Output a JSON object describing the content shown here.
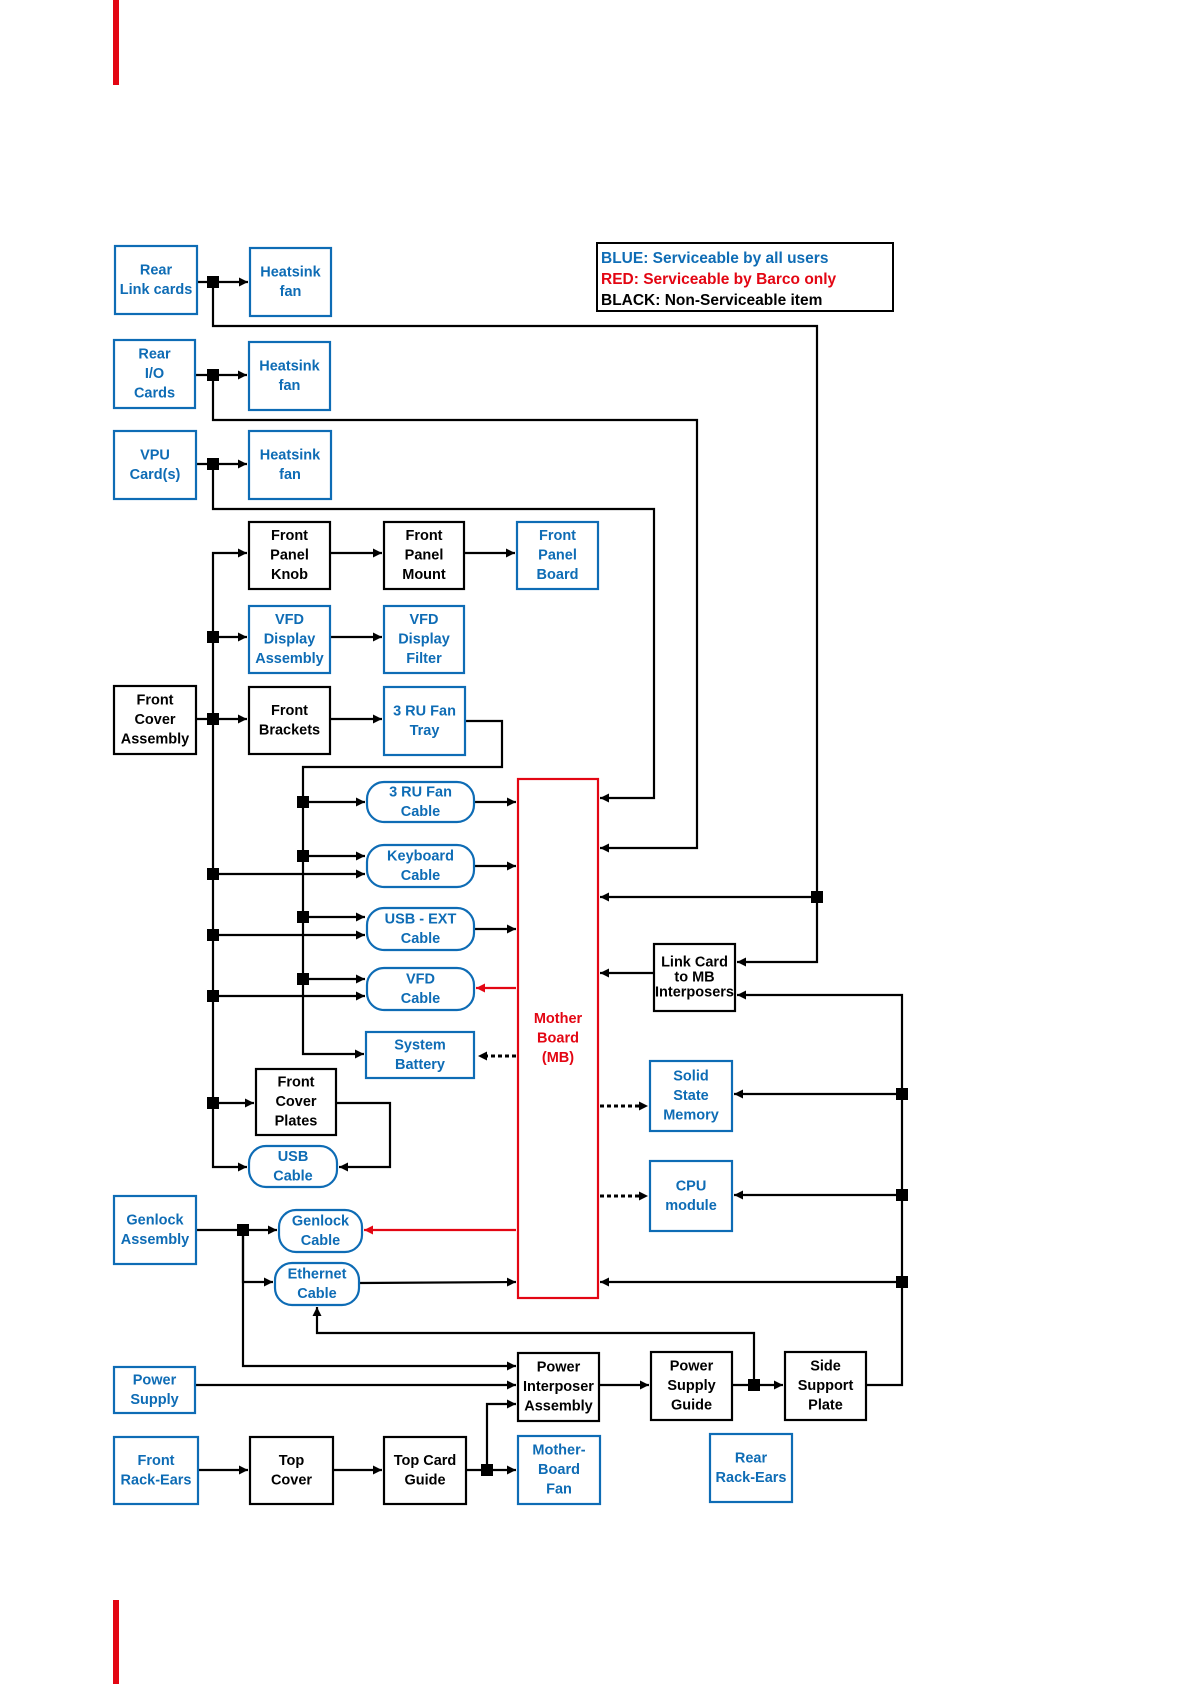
{
  "colors": {
    "serviceable_all": "#0e6cb5",
    "serviceable_barco": "#e30613",
    "non_serviceable": "#000000"
  },
  "legend": [
    {
      "key": "BLUE:",
      "text": "Serviceable by all users",
      "class": "blue"
    },
    {
      "key": "RED:",
      "text": "Serviceable by Barco only",
      "class": "red"
    },
    {
      "key": "BLACK:",
      "text": "Non-Serviceable item",
      "class": "black"
    }
  ],
  "nodes": {
    "rear_link_cards": {
      "label": [
        "Rear",
        "Link cards"
      ],
      "class": "blue"
    },
    "heatsink_fan_1": {
      "label": [
        "Heatsink",
        "fan"
      ],
      "class": "blue"
    },
    "rear_io_cards": {
      "label": [
        "Rear",
        "I/O",
        "Cards"
      ],
      "class": "blue"
    },
    "heatsink_fan_2": {
      "label": [
        "Heatsink",
        "fan"
      ],
      "class": "blue"
    },
    "vpu_cards": {
      "label": [
        "VPU",
        "Card(s)"
      ],
      "class": "blue"
    },
    "heatsink_fan_3": {
      "label": [
        "Heatsink",
        "fan"
      ],
      "class": "blue"
    },
    "front_panel_knob": {
      "label": [
        "Front",
        "Panel",
        "Knob"
      ],
      "class": "black"
    },
    "front_panel_mount": {
      "label": [
        "Front",
        "Panel",
        "Mount"
      ],
      "class": "black"
    },
    "front_panel_board": {
      "label": [
        "Front",
        "Panel",
        "Board"
      ],
      "class": "blue"
    },
    "vfd_display_assembly": {
      "label": [
        "VFD",
        "Display",
        "Assembly"
      ],
      "class": "blue"
    },
    "vfd_display_filter": {
      "label": [
        "VFD",
        "Display",
        "Filter"
      ],
      "class": "blue"
    },
    "front_cover_assembly": {
      "label": [
        "Front",
        "Cover",
        "Assembly"
      ],
      "class": "black"
    },
    "front_brackets": {
      "label": [
        "Front",
        "Brackets"
      ],
      "class": "black"
    },
    "fan_tray_3ru": {
      "label": [
        "3 RU Fan",
        "Tray"
      ],
      "class": "blue"
    },
    "fan_cable_3ru": {
      "label": [
        "3 RU Fan",
        "Cable"
      ],
      "class": "blue"
    },
    "keyboard_cable": {
      "label": [
        "Keyboard",
        "Cable"
      ],
      "class": "blue"
    },
    "usb_ext_cable": {
      "label": [
        "USB - EXT",
        "Cable"
      ],
      "class": "blue"
    },
    "vfd_cable": {
      "label": [
        "VFD",
        "Cable"
      ],
      "class": "blue"
    },
    "system_battery": {
      "label": [
        "System",
        "Battery"
      ],
      "class": "blue"
    },
    "front_cover_plates": {
      "label": [
        "Front",
        "Cover",
        "Plates"
      ],
      "class": "black"
    },
    "usb_cable": {
      "label": [
        "USB",
        "Cable"
      ],
      "class": "blue"
    },
    "mother_board": {
      "label": [
        "Mother",
        "Board",
        "(MB)"
      ],
      "class": "red"
    },
    "link_card_to_mb": {
      "label": [
        "Link Card",
        "to MB",
        "Interposers"
      ],
      "class": "black"
    },
    "solid_state_memory": {
      "label": [
        "Solid",
        "State",
        "Memory"
      ],
      "class": "blue"
    },
    "cpu_module": {
      "label": [
        "CPU",
        "module"
      ],
      "class": "blue"
    },
    "genlock_assembly": {
      "label": [
        "Genlock",
        "Assembly"
      ],
      "class": "blue"
    },
    "genlock_cable": {
      "label": [
        "Genlock",
        "Cable"
      ],
      "class": "blue"
    },
    "ethernet_cable": {
      "label": [
        "Ethernet",
        "Cable"
      ],
      "class": "blue"
    },
    "power_supply": {
      "label": [
        "Power",
        "Supply"
      ],
      "class": "blue"
    },
    "power_interposer_assembly": {
      "label": [
        "Power",
        "Interposer",
        "Assembly"
      ],
      "class": "black"
    },
    "power_supply_guide": {
      "label": [
        "Power",
        "Supply",
        "Guide"
      ],
      "class": "black"
    },
    "side_support_plate": {
      "label": [
        "Side",
        "Support",
        "Plate"
      ],
      "class": "black"
    },
    "front_rack_ears": {
      "label": [
        "Front",
        "Rack-Ears"
      ],
      "class": "blue"
    },
    "top_cover": {
      "label": [
        "Top",
        "Cover"
      ],
      "class": "black"
    },
    "top_card_guide": {
      "label": [
        "Top Card",
        "Guide"
      ],
      "class": "black"
    },
    "mother_board_fan": {
      "label": [
        "Mother-",
        "Board",
        "Fan"
      ],
      "class": "blue"
    },
    "rear_rack_ears": {
      "label": [
        "Rear",
        "Rack-Ears"
      ],
      "class": "blue"
    }
  }
}
